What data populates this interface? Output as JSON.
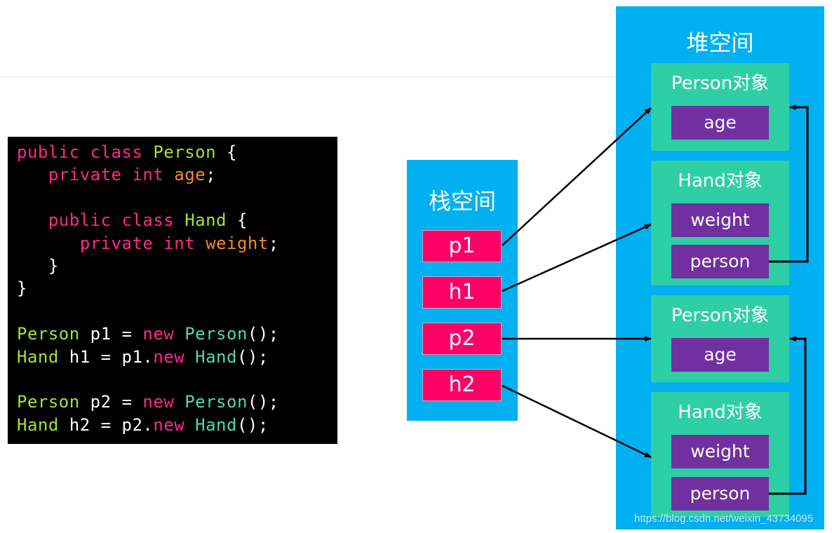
{
  "code": {
    "lines": [
      [
        [
          "kw",
          "public class "
        ],
        [
          "ty",
          "Person"
        ],
        [
          "",
          "{"
        ]
      ],
      [
        [
          "",
          "   "
        ],
        [
          "kw",
          "private int "
        ],
        [
          "fd",
          "age"
        ],
        [
          "",
          ";"
        ]
      ],
      [
        [
          "",
          ""
        ]
      ],
      [
        [
          "",
          "   "
        ],
        [
          "kw",
          "public class "
        ],
        [
          "ty",
          "Hand"
        ],
        [
          "",
          "{"
        ]
      ],
      [
        [
          "",
          "      "
        ],
        [
          "kw",
          "private int "
        ],
        [
          "fd",
          "weight"
        ],
        [
          "",
          ";"
        ]
      ],
      [
        [
          "",
          "   }"
        ]
      ],
      [
        [
          "",
          "}"
        ]
      ],
      [
        [
          "",
          ""
        ]
      ],
      [
        [
          "ty",
          "Person"
        ],
        [
          "",
          ""
        ],
        [
          "",
          "p1 = "
        ],
        [
          "kw",
          "new "
        ],
        [
          "cn",
          "Person"
        ],
        [
          "",
          "();"
        ]
      ],
      [
        [
          "ty",
          "Hand"
        ],
        [
          "",
          ""
        ],
        [
          "",
          "h1 = p1."
        ],
        [
          "kw",
          "new "
        ],
        [
          "cn",
          "Hand"
        ],
        [
          "",
          "();"
        ]
      ],
      [
        [
          "",
          ""
        ]
      ],
      [
        [
          "ty",
          "Person"
        ],
        [
          "",
          ""
        ],
        [
          "",
          "p2 = "
        ],
        [
          "kw",
          "new "
        ],
        [
          "cn",
          "Person"
        ],
        [
          "",
          "();"
        ]
      ],
      [
        [
          "ty",
          "Hand"
        ],
        [
          "",
          ""
        ],
        [
          "",
          "h2 = p2."
        ],
        [
          "kw",
          "new "
        ],
        [
          "cn",
          "Hand"
        ],
        [
          "",
          "();"
        ]
      ]
    ]
  },
  "stack": {
    "title": "栈空间",
    "items": [
      "p1",
      "h1",
      "p2",
      "h2"
    ]
  },
  "heap": {
    "title": "堆空间",
    "objects": [
      {
        "title": "Person对象",
        "fields": [
          "age"
        ]
      },
      {
        "title": "Hand对象",
        "fields": [
          "weight",
          "person"
        ]
      },
      {
        "title": "Person对象",
        "fields": [
          "age"
        ]
      },
      {
        "title": "Hand对象",
        "fields": [
          "weight",
          "person"
        ]
      }
    ]
  },
  "watermark": "https://blog.csdn.net/weixin_43734095",
  "colors": {
    "space": "#00b0f0",
    "object": "#2fcfa6",
    "field": "#7030a0",
    "reference": "#ff0066"
  }
}
